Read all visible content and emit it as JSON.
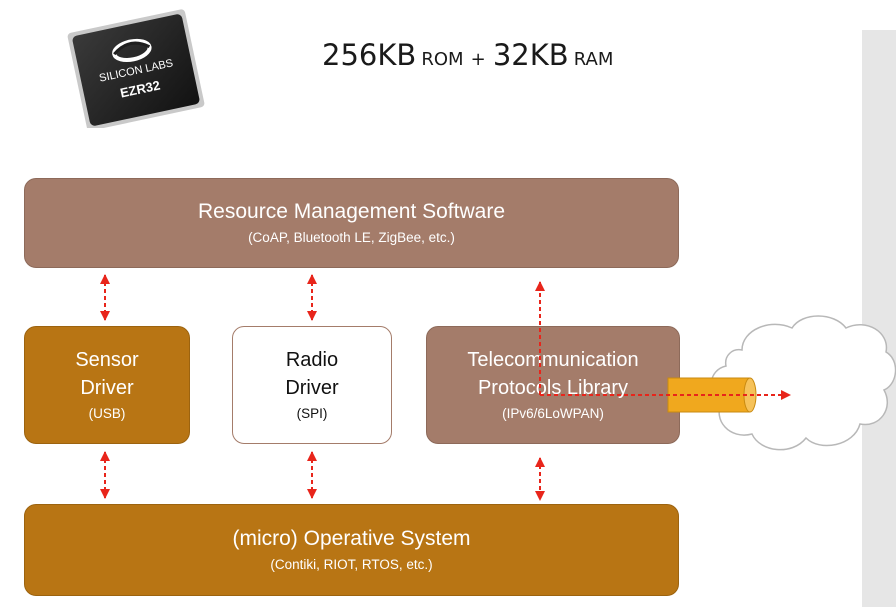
{
  "header": {
    "rom_value": "256KB",
    "rom_unit": "ROM",
    "plus": "+",
    "ram_value": "32KB",
    "ram_unit": "RAM"
  },
  "chip": {
    "brand": "SILICON LABS",
    "model": "EZR32"
  },
  "boxes": {
    "rms": {
      "title": "Resource Management Software",
      "subtitle": "(CoAP, Bluetooth LE, ZigBee, etc.)"
    },
    "sensor": {
      "line1": "Sensor",
      "line2": "Driver",
      "subtitle": "(USB)"
    },
    "radio": {
      "line1": "Radio",
      "line2": "Driver",
      "subtitle": "(SPI)"
    },
    "telecom": {
      "line1": "Telecommunication",
      "line2": "Protocols Library",
      "subtitle": "(IPv6/6LoWPAN)"
    },
    "os": {
      "title": "(micro) Operative System",
      "subtitle": "(Contiki, RIOT, RTOS, etc.)"
    }
  },
  "colors": {
    "brown": "#a47c6a",
    "orange": "#b87514",
    "arrow": "#e8251b",
    "connector": "#f0a81e"
  }
}
